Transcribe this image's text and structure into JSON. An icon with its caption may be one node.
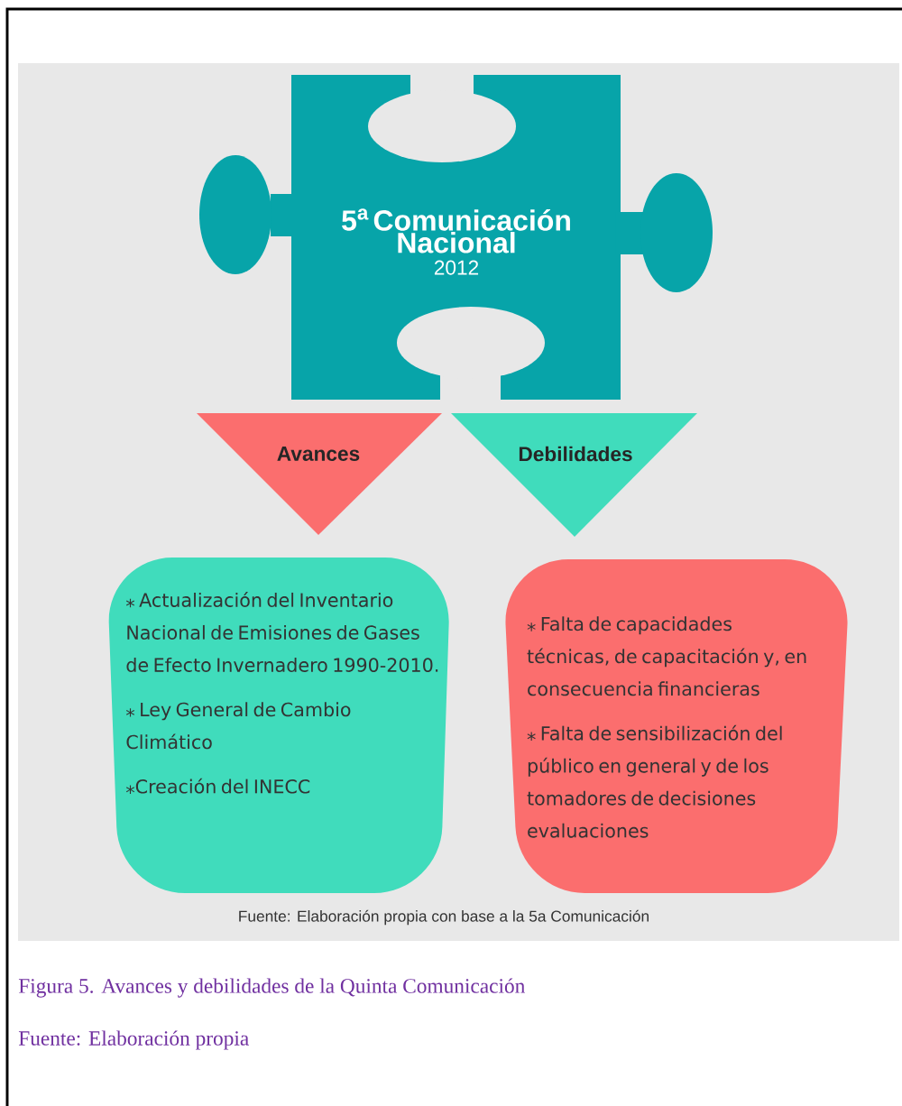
{
  "diagram": {
    "caption": "Figura 5. Avances y debilidades de la Quinta Comunicación",
    "nodes": [
      {
        "text": [
          "5$^{a}$ Comunicación Nacional",
          "2012"
        ]
      },
      {
        "text": [
          "Avances"
        ]
      },
      {
        "text": [
          "Debilidades"
        ]
      },
      {
        "text": [
          "⁎ Actualización del Inventario Nacional de Emisiones de Gases de Efecto Invernadero 1990-2010.",
          "⁎ Ley General de Cambio Climático",
          "⁎Creación del INECC"
        ]
      },
      {
        "text": [
          "⁎ Falta de capacidades técnicas, de capacitación y, en consecuencia financieras",
          "⁎ Falta de  sensibilización del público en general y de los tomadores de decisiones evaluaciones"
        ]
      }
    ],
    "labels": [
      "Fuente: Elaboración propia con base a la 5a Comunicación",
      "Fuente: Elaboración propia"
    ]
  }
}
